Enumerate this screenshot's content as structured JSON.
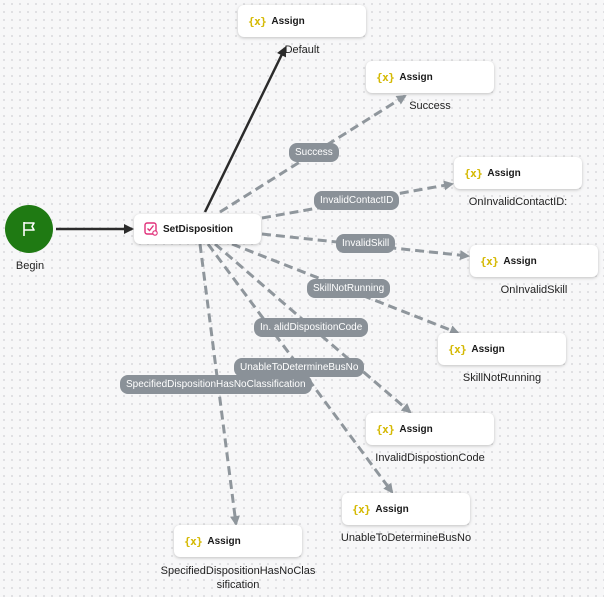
{
  "start": {
    "label": "Begin",
    "icon": "flag-icon",
    "color": "#1f7a13"
  },
  "main_node": {
    "title": "SetDisposition",
    "icon": "disposition-checkbox-icon",
    "icon_color": "#e0307a"
  },
  "assign": {
    "title": "Assign",
    "icon_text": "{x}",
    "icon_color": "#d4b800"
  },
  "targets": [
    {
      "id": "default",
      "label": "Default"
    },
    {
      "id": "success",
      "label": "Success"
    },
    {
      "id": "oninvalidcontact",
      "label": "OnInvalidContactID:"
    },
    {
      "id": "oninvalidskill",
      "label": "OnInvalidSkill"
    },
    {
      "id": "skillnotrunning",
      "label": "SkillNotRunning"
    },
    {
      "id": "invaliddispostion",
      "label": "InvalidDispostionCode"
    },
    {
      "id": "unabletodetermine",
      "label": "UnableToDetermineBusNo"
    },
    {
      "id": "specifieddisp",
      "label": "SpecifiedDispositionHasNoClassification"
    }
  ],
  "edge_labels": [
    "Success",
    "InvalidContactID",
    "InvalidSkill",
    "SkillNotRunning",
    "In. alidDispositionCode",
    "UnableToDetermineBusNo",
    "SpecifiedDispositionHasNoClassification"
  ],
  "colors": {
    "solid_edge": "#2b2b2b",
    "dashed_edge": "#8f969c",
    "edge_label_bg": "#8a9198"
  }
}
